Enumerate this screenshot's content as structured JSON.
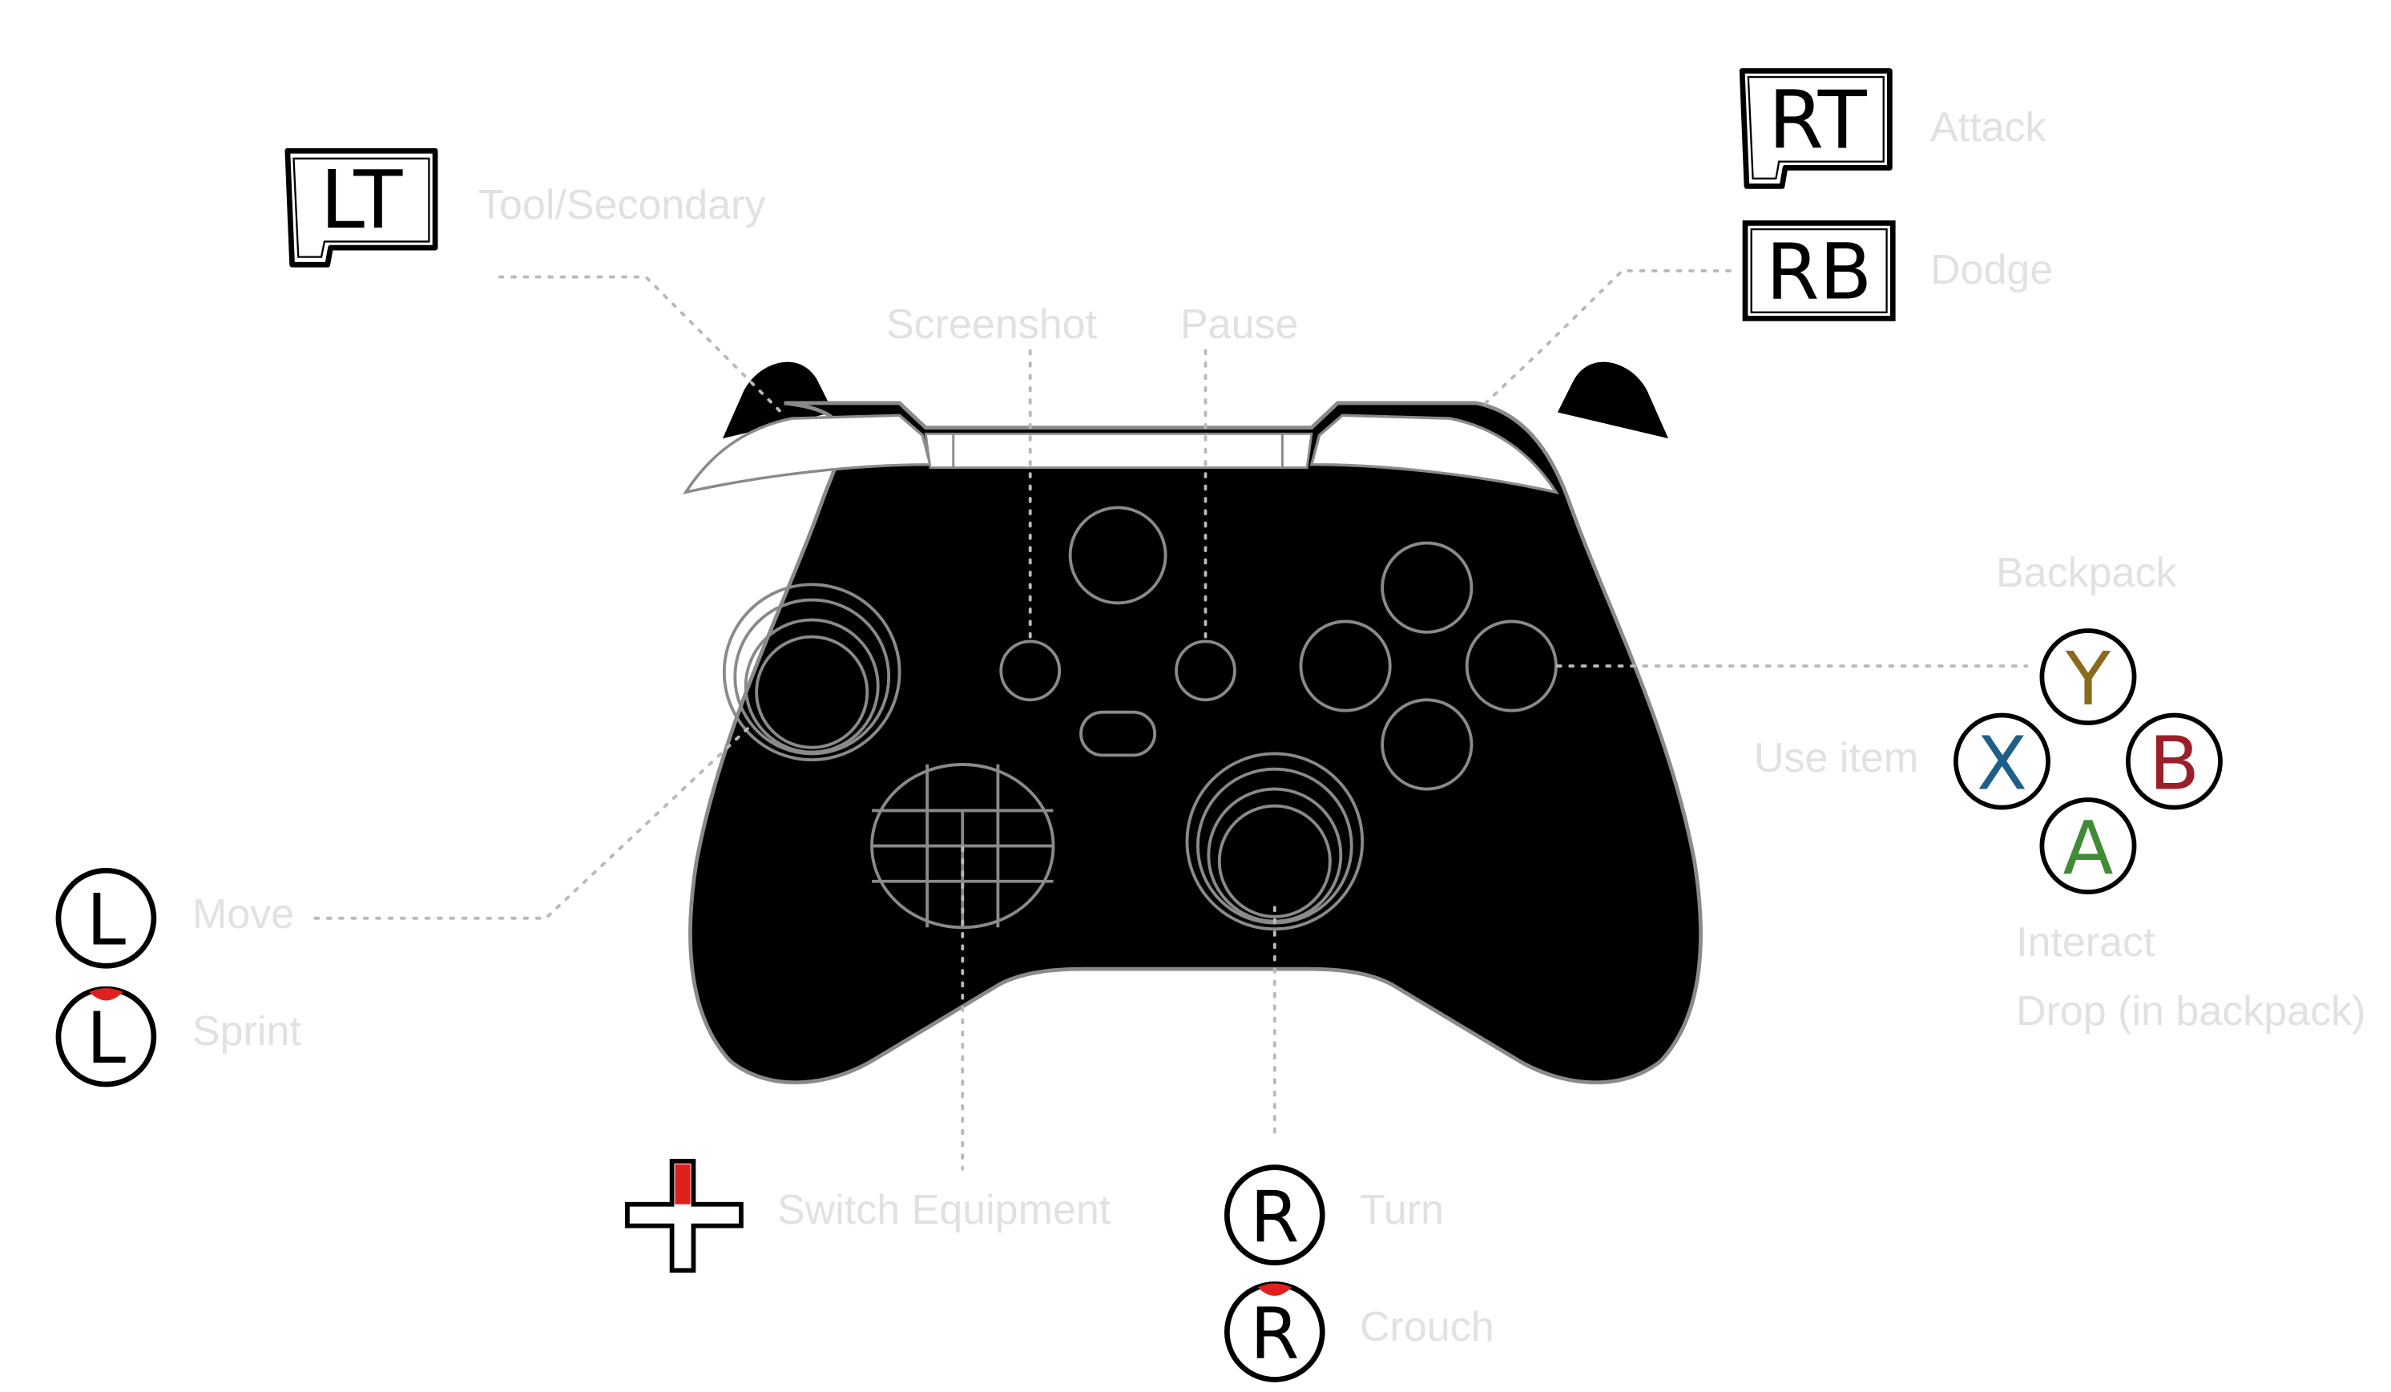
{
  "bindings": {
    "lt": {
      "glyph": "LT",
      "action": "Tool/Secondary"
    },
    "rt": {
      "glyph": "RT",
      "action": "Attack"
    },
    "rb": {
      "glyph": "RB",
      "action": "Dodge"
    },
    "screenshot": "Screenshot",
    "pause": "Pause",
    "face_buttons": {
      "y": {
        "glyph": "Y",
        "action": "Backpack"
      },
      "x": {
        "glyph": "X",
        "action": "Use item"
      },
      "b": {
        "glyph": "B"
      },
      "a": {
        "glyph": "A",
        "action": "Interact",
        "action_secondary": "Drop (in backpack)"
      }
    },
    "left_stick": {
      "glyph": "L",
      "move": "Move",
      "press": "Sprint"
    },
    "right_stick": {
      "glyph": "R",
      "move": "Turn",
      "press": "Crouch"
    },
    "dpad": {
      "action": "Switch Equipment"
    }
  },
  "colors": {
    "label_text": "#e1e1e1",
    "controller_body": "#000000",
    "controller_outline": "#8a8a8a",
    "press_indicator": "#e0201e",
    "button_y": "#8a6a1c",
    "button_x": "#1d5f86",
    "button_b": "#9a1f2a",
    "button_a": "#3f8b36"
  }
}
